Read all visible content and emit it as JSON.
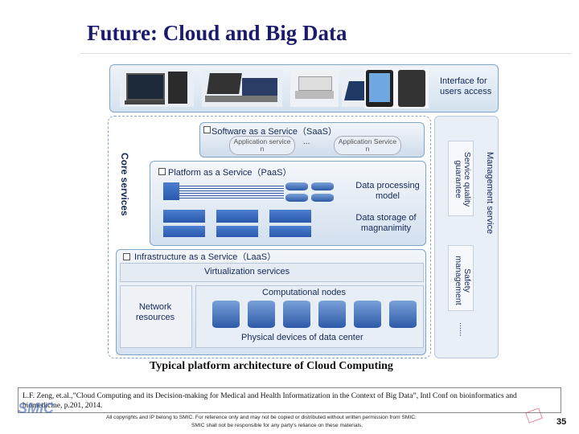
{
  "slide": {
    "title": "Future: Cloud and Big Data",
    "page_number": "35"
  },
  "diagram": {
    "interface_label": "Interface for users access",
    "core_services": "Core services",
    "management_service": "Management service",
    "service_quality": "Service quality guarantee",
    "safety_management": "Safety management",
    "ellipsis": "......",
    "saas": {
      "title": "Software as a Service（SaaS）",
      "app1": "Application service n",
      "app2": "Application Service n",
      "dots": "..."
    },
    "paas": {
      "title": "Platform as a Service（PaaS）",
      "data_processing": "Data processing model",
      "data_storage": "Data storage of magnanimity"
    },
    "iaas": {
      "title": "Infrastructure as a Service（LaaS）",
      "virtualization": "Virtualization services",
      "computational_nodes": "Computational nodes",
      "network_resources": "Network resources",
      "physical_devices": "Physical devices of data center"
    },
    "caption": "Typical platform architecture of Cloud Computing"
  },
  "citation": "L.F. Zeng, et.al.,”Cloud Computing and its Decision-making for Medical and Health Informatization in the Context of Big Data”, Intl Conf on bioinformatics and biomedicine, p.201, 2014.",
  "footer": {
    "line1": "All copyrights and IP belong to SMIC. For reference only and may not be copied or distributed without written permission from SMIC.",
    "line2": "SMIC shall not be responsible for any party's reliance on these materials.",
    "logo": "SMIC"
  }
}
